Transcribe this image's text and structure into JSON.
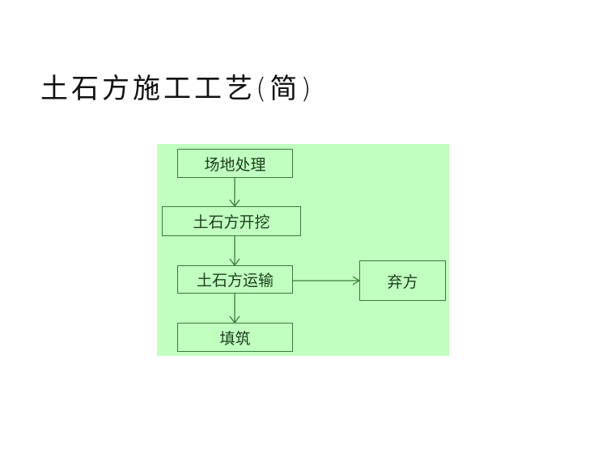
{
  "slide": {
    "title": "土石方施工工艺(简)"
  },
  "diagram": {
    "background_color": "#c0ffc0",
    "border_color": "#3a7a3a",
    "nodes": [
      {
        "id": "site",
        "label": "场地处理"
      },
      {
        "id": "excavation",
        "label": "土石方开挖"
      },
      {
        "id": "transport",
        "label": "土石方运输"
      },
      {
        "id": "fill",
        "label": "填筑"
      },
      {
        "id": "spoil",
        "label": "弃方"
      }
    ],
    "edges": [
      {
        "from": "site",
        "to": "excavation"
      },
      {
        "from": "excavation",
        "to": "transport"
      },
      {
        "from": "transport",
        "to": "fill"
      },
      {
        "from": "transport",
        "to": "spoil"
      }
    ]
  }
}
